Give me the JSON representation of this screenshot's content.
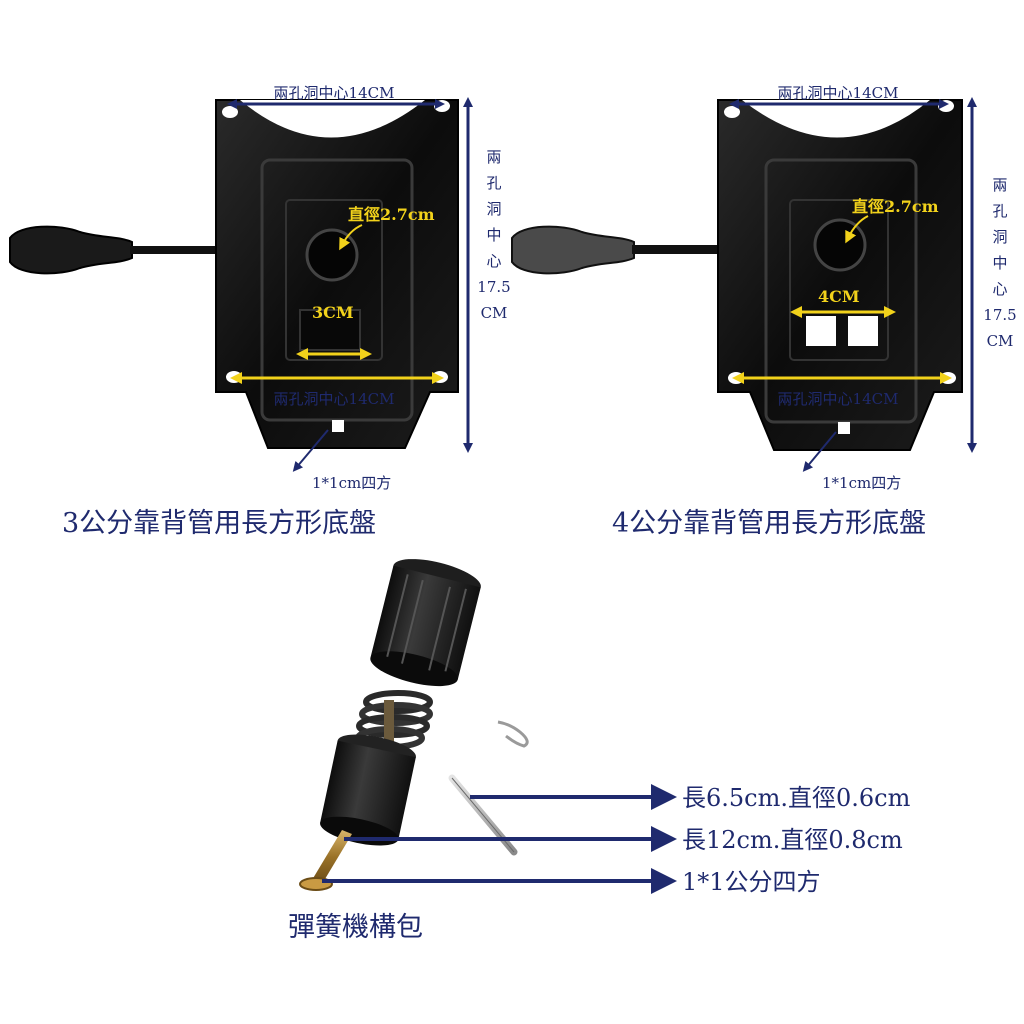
{
  "plate_left": {
    "top_dim": "兩孔洞中心14CM",
    "bottom_dim": "兩孔洞中心14CM",
    "side_dim_chars": [
      "兩",
      "孔",
      "洞",
      "中",
      "心",
      "17.5",
      "CM"
    ],
    "diameter_label": "直徑2.7cm",
    "width_label": "3CM",
    "square_label": "1*1cm四方",
    "caption": "3公分靠背管用長方形底盤"
  },
  "plate_right": {
    "top_dim": "兩孔洞中心14CM",
    "bottom_dim": "兩孔洞中心14CM",
    "side_dim_chars": [
      "兩",
      "孔",
      "洞",
      "中",
      "心",
      "17.5",
      "CM"
    ],
    "diameter_label": "直徑2.7cm",
    "width_label": "4CM",
    "square_label": "1*1cm四方",
    "caption": "4公分靠背管用長方形底盤"
  },
  "spring": {
    "specs": [
      "長6.5cm.直徑0.6cm",
      "長12cm.直徑0.8cm",
      "1*1公分四方"
    ],
    "caption": "彈簧機構包"
  },
  "colors": {
    "navy": "#1f2a6e",
    "yellow": "#f2d21b",
    "metal": "#111111"
  }
}
